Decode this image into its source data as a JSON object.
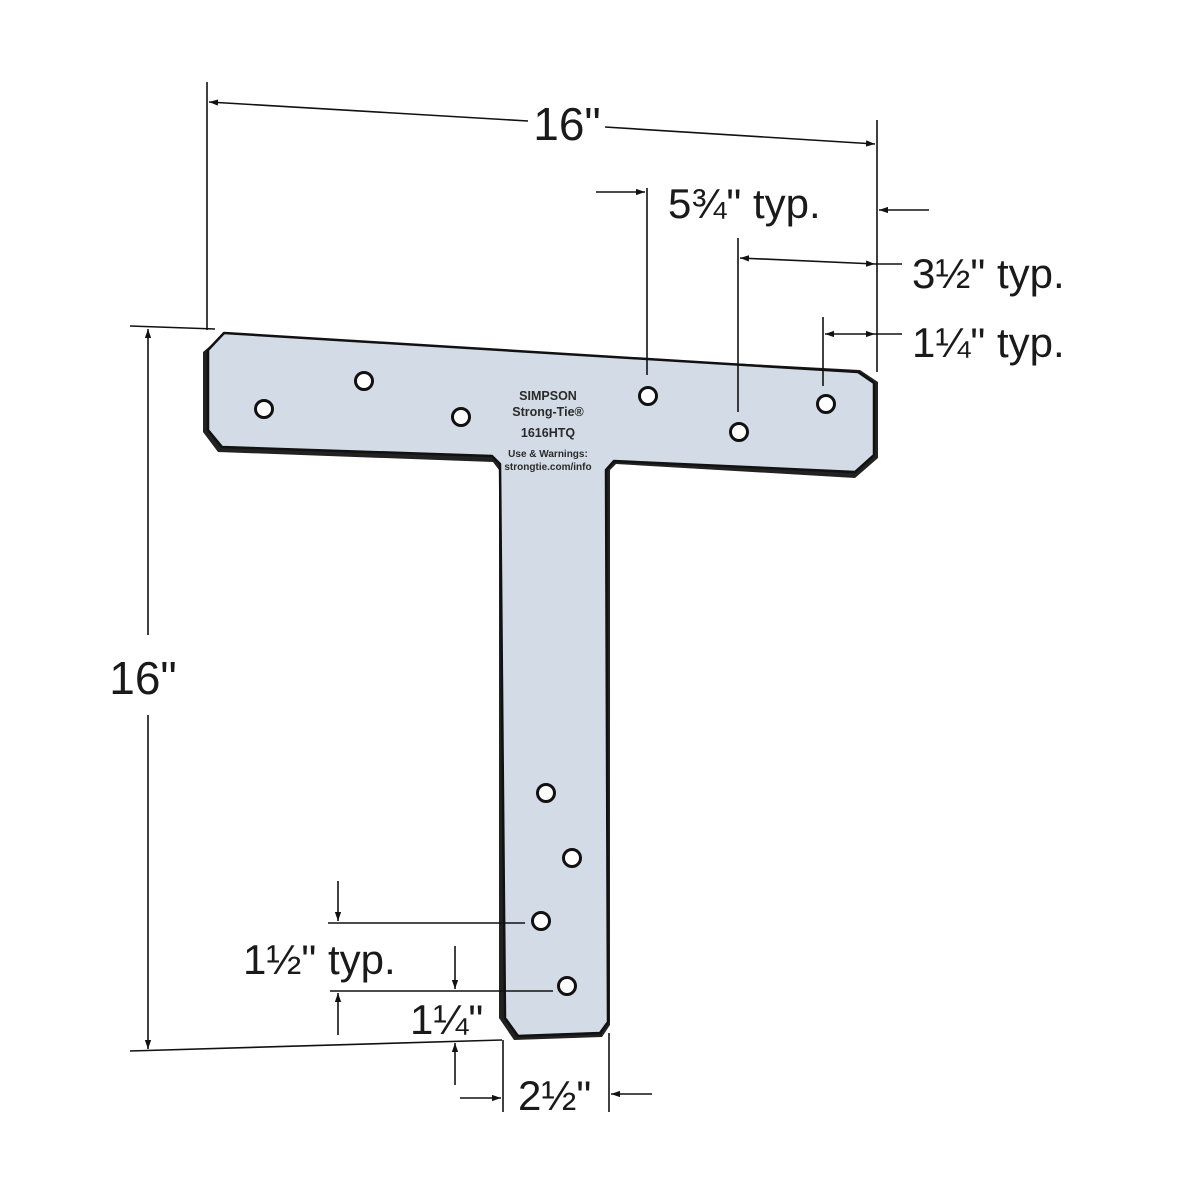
{
  "diagram": {
    "subject": "T-strap connector plate",
    "plate_color": "#d3dce6",
    "outline_color": "#111111",
    "stamp": {
      "line1": "SIMPSON",
      "line2": "Strong-Tie®",
      "model": "1616HTQ",
      "line4": "Use & Warnings:",
      "line5": "strongtie.com/info"
    },
    "dimensions": {
      "overall_width": "16\"",
      "overall_height": "16\"",
      "hole_spacing_top_outer": "5¾\" typ.",
      "hole_spacing_top_mid": "3½\" typ.",
      "hole_edge_top": "1¼\" typ.",
      "hole_spacing_leg": "1½\" typ.",
      "hole_edge_leg": "1¼\"",
      "leg_width": "2½\""
    },
    "holes": {
      "top_bar_count": 6,
      "leg_count": 4
    }
  }
}
